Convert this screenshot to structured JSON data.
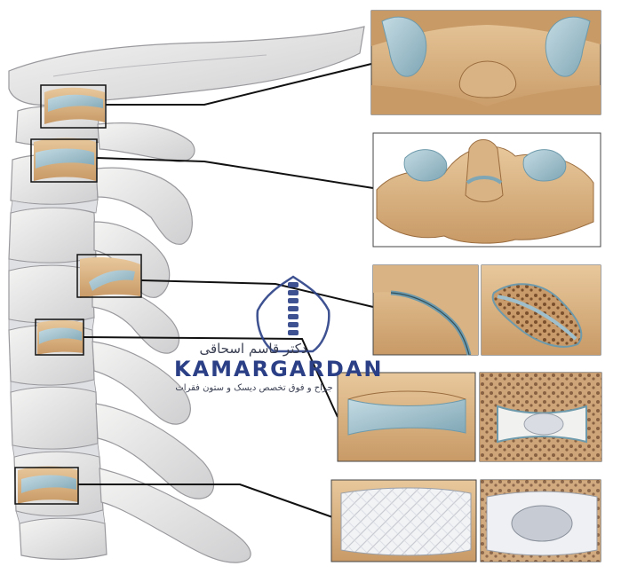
{
  "watermark": {
    "name_fa": "دکتر قاسم اسحاقی",
    "brand": "KAMARGARDAN",
    "tagline_fa": "جراح و فوق تخصص دیسک و ستون فقرات",
    "logo_icon": "spine-silhouette-icon"
  },
  "colors": {
    "bone": "#e9e9e8",
    "bone_shadow": "#c9c9cb",
    "bone_tan": "#dcb88c",
    "bone_tan_dark": "#b98c5a",
    "cartilage": "#9fbfcc",
    "cartilage_dark": "#6e9aab",
    "line": "#111111",
    "brand_blue": "#2a3f86"
  }
}
